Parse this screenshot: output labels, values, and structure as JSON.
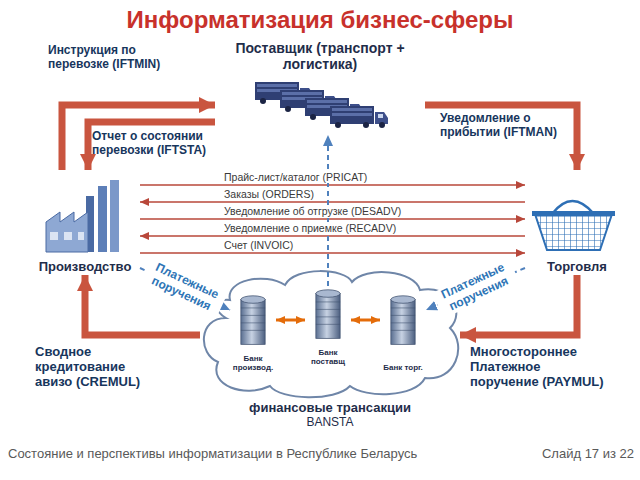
{
  "diagram": {
    "title": "Информатизация бизнес-сферы",
    "caption": "Состояние и перспективы информатизации в Республике Беларусь",
    "nodes": [
      {
        "text": [
          "Поставщик (транспорт + логистика)"
        ]
      },
      {
        "text": [
          "Производство"
        ]
      },
      {
        "text": [
          "Торговля"
        ]
      },
      {
        "text": [
          "финансовые трансакции",
          "BANSTA"
        ]
      },
      {
        "text": [
          "Банк производ."
        ],
        "in": 3
      },
      {
        "text": [
          "Банк поставщ"
        ],
        "in": 3
      },
      {
        "text": [
          "Банк торг."
        ],
        "in": 3
      }
    ],
    "edges": [
      {
        "from": 1,
        "to": 0,
        "arrow": "to",
        "label": "Инструкция по перевозке (IFTMIN)"
      },
      {
        "from": 0,
        "to": 1,
        "arrow": "to",
        "label": "Отчет о состоянии перевозки (IFTSTA)"
      },
      {
        "from": 0,
        "to": 2,
        "arrow": "to",
        "label": "Уведомление о прибытии (IFTMAN)"
      },
      {
        "from": 1,
        "to": 2,
        "arrow": "to",
        "label": "Прайс-лист/каталог (PRICAT)"
      },
      {
        "from": 2,
        "to": 1,
        "arrow": "to",
        "label": "Заказы (ORDERS)"
      },
      {
        "from": 1,
        "to": 2,
        "arrow": "to",
        "label": "Уведомление об отгрузке (DESADV)"
      },
      {
        "from": 2,
        "to": 1,
        "arrow": "to",
        "label": "Уведомление о приемке (RECADV)"
      },
      {
        "from": 1,
        "to": 2,
        "arrow": "to",
        "label": "Счет (INVOIC)"
      },
      {
        "from": 1,
        "to": 4,
        "arrow": "to",
        "label": "Платежные поручения"
      },
      {
        "from": 2,
        "to": 6,
        "arrow": "to",
        "label": "Платежные поручения"
      },
      {
        "from": 5,
        "to": 0,
        "arrow": "to"
      },
      {
        "from": 4,
        "to": 5,
        "arrow": "both"
      },
      {
        "from": 5,
        "to": 6,
        "arrow": "both"
      },
      {
        "from": 3,
        "to": 1,
        "arrow": "to",
        "label": "Сводное кредитование авизо (CREMUL)"
      },
      {
        "from": 2,
        "to": 3,
        "arrow": "to",
        "label": "Многостороннее Платежное поручение (PAYMUL)"
      }
    ],
    "labels": [
      "Слайд 17 из 22"
    ]
  }
}
